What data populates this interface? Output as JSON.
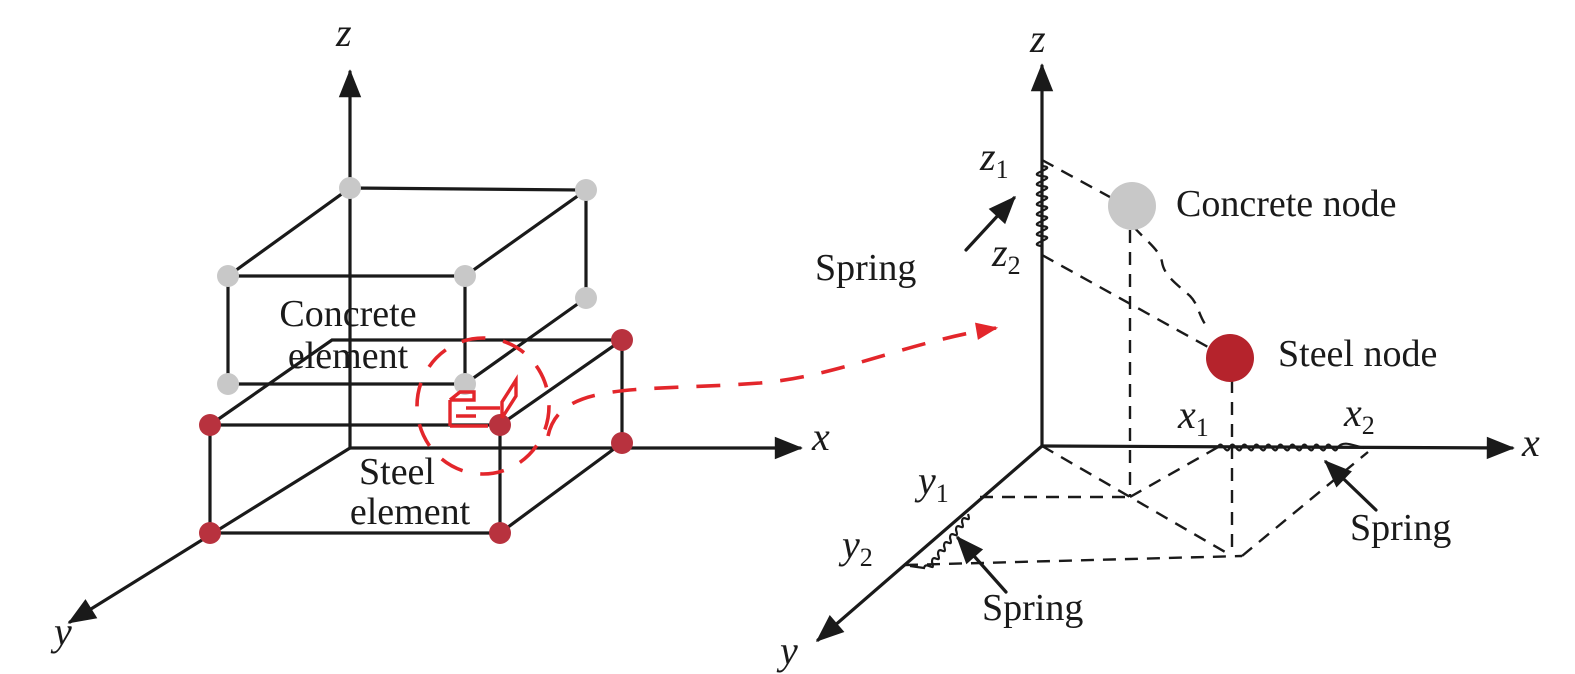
{
  "colors": {
    "ink": "#1a1a1a",
    "concrete_node": "#c8c8c8",
    "steel_node": "#b8323e",
    "steel_node_large": "#b5232c",
    "highlight": "#e3262b"
  },
  "left": {
    "axes": {
      "x": "x",
      "y": "y",
      "z": "z"
    },
    "concrete_label": [
      "Concrete",
      "element"
    ],
    "steel_label": [
      "Steel",
      "element"
    ]
  },
  "right": {
    "axes": {
      "x": "x",
      "y": "y",
      "z": "z"
    },
    "concrete_node": "Concrete node",
    "steel_node": "Steel node",
    "spring_z": "Spring",
    "spring_x": "Spring",
    "spring_y": "Spring",
    "z1": "z",
    "z1_sub": "1",
    "z2": "z",
    "z2_sub": "2",
    "x1": "x",
    "x1_sub": "1",
    "x2": "x",
    "x2_sub": "2",
    "y1": "y",
    "y1_sub": "1",
    "y2": "y",
    "y2_sub": "2"
  }
}
